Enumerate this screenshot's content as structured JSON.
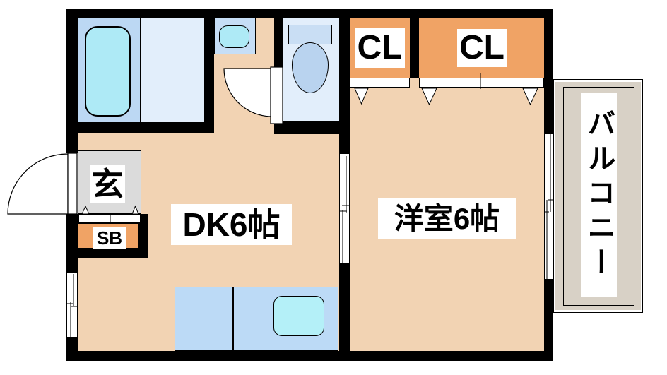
{
  "plan": {
    "type": "japanese-apartment-floor-plan",
    "labels": {
      "dk": "DK6帖",
      "western_room": "洋室6帖",
      "closet_left": "CL",
      "closet_right": "CL",
      "entrance": "玄",
      "shoe_box": "SB",
      "balcony": "バルコニー"
    },
    "colors": {
      "wall": "#000000",
      "floor": "#f2d3b3",
      "bathroom": "#bcd8f3",
      "washroom": "#e2eefb",
      "toilet_floor": "#e2eefb",
      "alcove": "#c6def6",
      "tub_cyan": "#aeeaf6",
      "kitchen_sink_cyan": "#b4f0f8",
      "counter": "#bcdaf6",
      "toilet_tank": "#c9def4",
      "toilet_bowl": "#b9d3ef",
      "closet_orange": "#f0a365",
      "genkan_gray": "#dbdbdb",
      "balcony_gray": "#d8d1c6"
    }
  }
}
